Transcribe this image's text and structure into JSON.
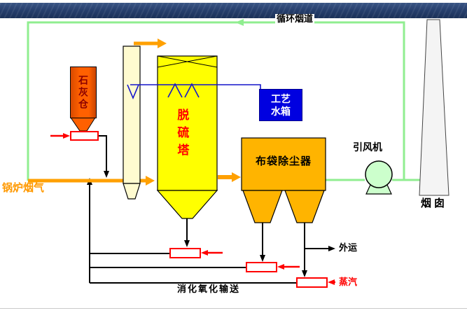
{
  "colors": {
    "banner_blue": "#27406E",
    "pipe_green": "#90EE90",
    "flue_orange": "#FFA000",
    "tower_yellow": "#FFFF00",
    "column_cream": "#FFFBD0",
    "silo_orange": "#FF6000",
    "tank_blue": "#0000E0",
    "bag_amber": "#FFB400",
    "fan_green": "#CCFFCC",
    "chimney_gray": "#F4F4F4",
    "accent_red": "#FF0000",
    "label_orange": "#FF9900"
  },
  "labels": {
    "circulation_duct": "循环烟道",
    "lime_silo": "石灰仓",
    "tower": "脱硫塔",
    "water_tank": [
      "工艺",
      "水箱"
    ],
    "bag_filter": "布袋除尘器",
    "fan": "引风机",
    "chimney": "烟囱",
    "boiler_flue_gas": "锅炉烟气",
    "outbound": "外运",
    "conveying": "消化氧化输送",
    "steam": "蒸汽"
  }
}
